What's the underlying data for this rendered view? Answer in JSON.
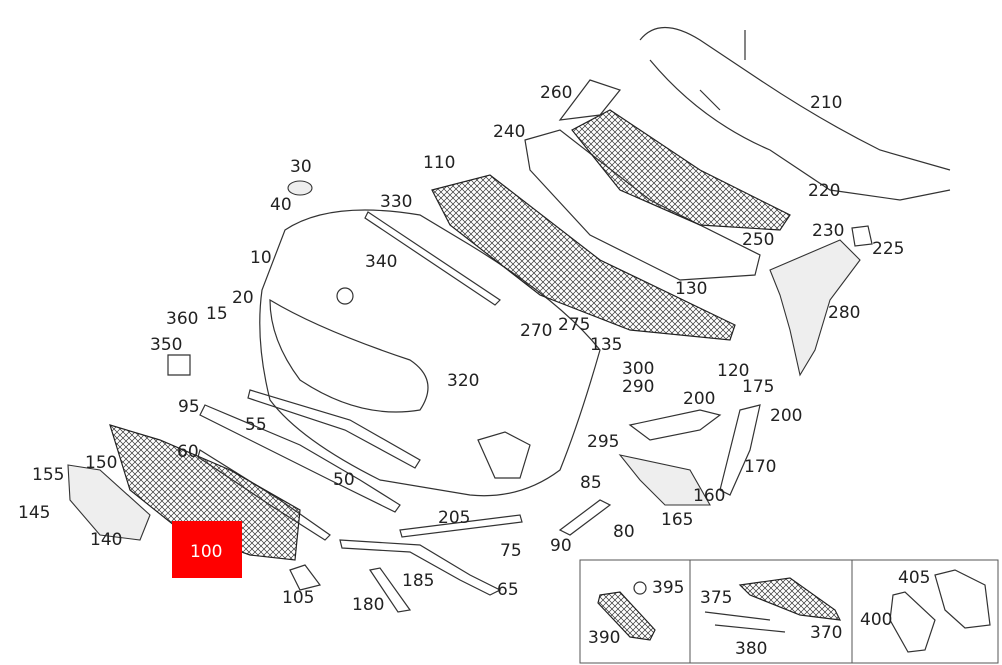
{
  "diagram": {
    "title": "Front bumper exploded parts diagram",
    "highlight_color": "#ff0000",
    "highlighted_part": "100",
    "labels": [
      "210",
      "260",
      "240",
      "110",
      "220",
      "30",
      "40",
      "330",
      "230",
      "225",
      "250",
      "10",
      "340",
      "130",
      "280",
      "360",
      "15",
      "20",
      "270",
      "275",
      "350",
      "135",
      "300",
      "120",
      "320",
      "290",
      "175",
      "95",
      "200",
      "200",
      "55",
      "295",
      "60",
      "170",
      "150",
      "155",
      "85",
      "50",
      "160",
      "145",
      "205",
      "165",
      "80",
      "140",
      "90",
      "75",
      "100",
      "185",
      "65",
      "105",
      "180"
    ],
    "inset": {
      "panels": [
        {
          "labels": [
            "395",
            "390"
          ]
        },
        {
          "labels": [
            "375",
            "380",
            "370"
          ]
        },
        {
          "labels": [
            "405",
            "400"
          ]
        }
      ]
    }
  }
}
